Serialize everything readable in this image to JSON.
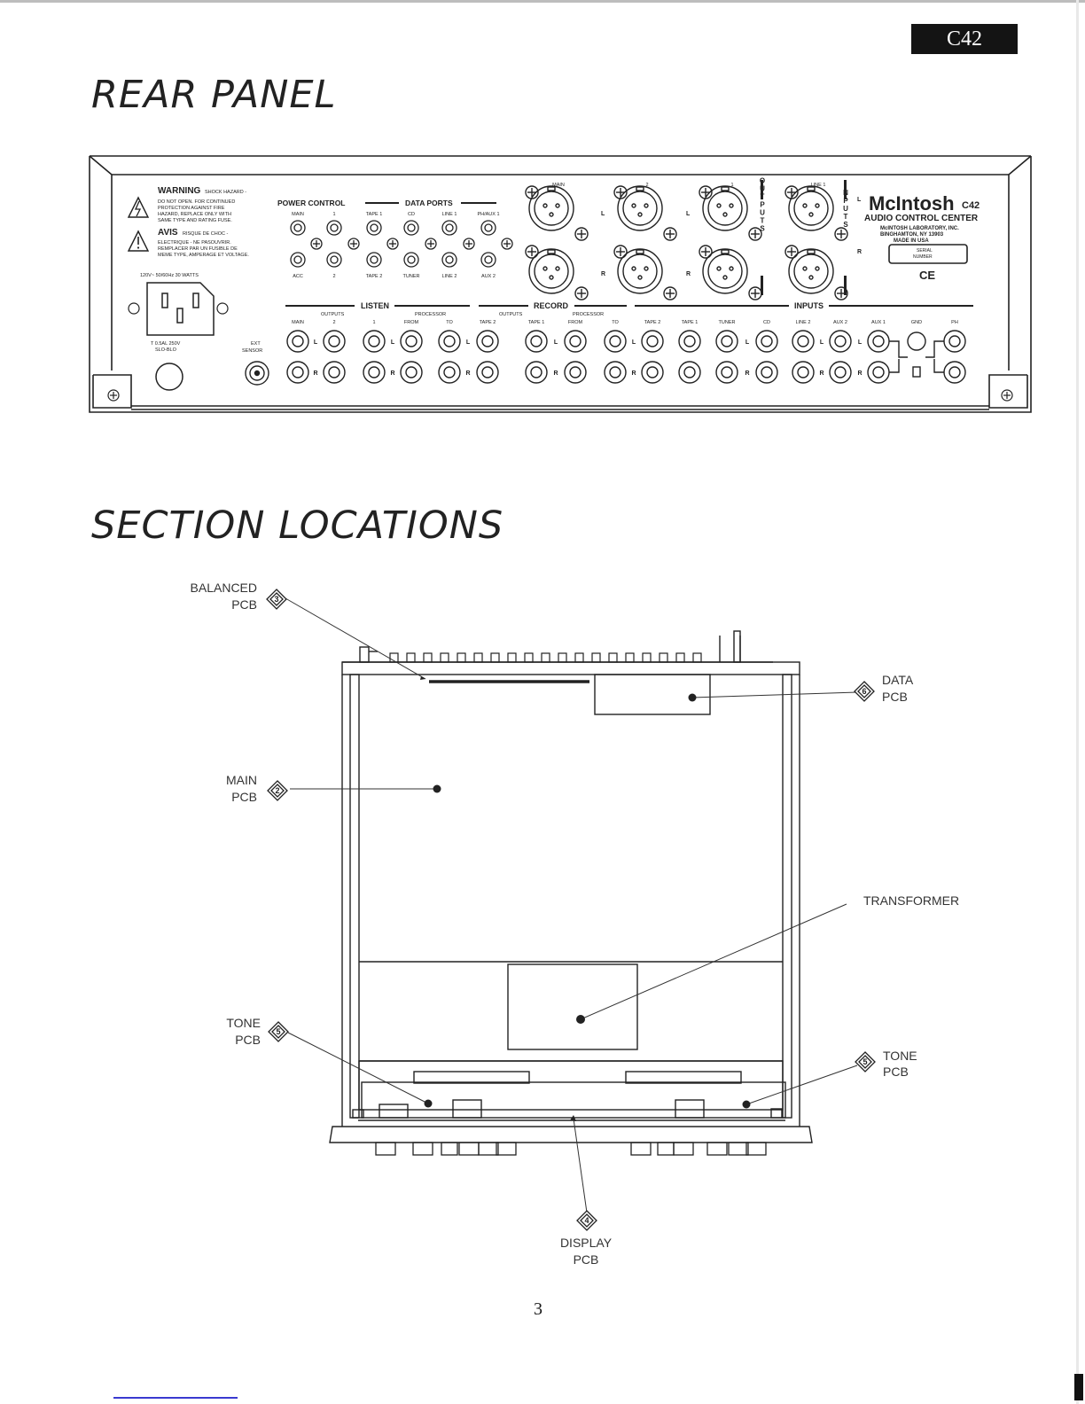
{
  "header": {
    "model": "C42",
    "page_number": "3"
  },
  "sections": [
    "REAR PANEL",
    "SECTION LOCATIONS"
  ],
  "rear_panel": {
    "warning": {
      "title": "WARNING",
      "title_small": "SHOCK HAZARD -",
      "lines": [
        "DO NOT OPEN. FOR CONTINUED",
        "PROTECTION AGAINST FIRE",
        "HAZARD, REPLACE ONLY WITH",
        "SAME TYPE AND RATING FUSE."
      ],
      "avis_title": "AVIS",
      "avis_small": "RISQUE DE CHOC -",
      "avis_lines": [
        "ELECTRIQUE - NE PASOUVRIR.",
        "REMPLACER PAR UN FUSIBLE DE",
        "MEME TYPE, AMPERAGE ET VOLTAGE."
      ]
    },
    "power_spec": "120V~ 50/60Hz 30 WATTS",
    "fuse_spec": [
      "T 0.5AL 250V",
      "SLO-BLO"
    ],
    "ext_sensor": [
      "EXT",
      "SENSOR"
    ],
    "power_control_label": "POWER CONTROL",
    "data_ports_label": "DATA PORTS",
    "top_jacks": [
      "MAIN",
      "1",
      "TAPE 1",
      "CD",
      "LINE 1",
      "PH/AUX 1"
    ],
    "bottom_jacks": [
      "ACC",
      "2",
      "TAPE 2",
      "TUNER",
      "LINE 2",
      "AUX 2"
    ],
    "xlr_labels": [
      "MAIN",
      "2",
      "1",
      "LINE 1"
    ],
    "letter_l": "L",
    "letter_r": "R",
    "outputs_vertical": "OUTPUTS",
    "inputs_vertical": "INPUTS",
    "brand": "McIntosh",
    "model": "C42",
    "product_name": "AUDIO CONTROL CENTER",
    "maker_lines": [
      "McINTOSH LABORATORY, INC.",
      "BINGHAMTON, NY 13903",
      "MADE IN USA"
    ],
    "serial_label": [
      "SERIAL",
      "NUMBER"
    ],
    "ce_mark": "CE",
    "groups": {
      "listen": "LISTEN",
      "record": "RECORD",
      "inputs": "INPUTS"
    },
    "sub_groups": [
      "OUTPUTS",
      "PROCESSOR",
      "OUTPUTS",
      "PROCESSOR"
    ],
    "rca_labels": [
      "MAIN",
      "2",
      "1",
      "FROM",
      "TO",
      "TAPE 2",
      "TAPE 1",
      "FROM",
      "TO",
      "TAPE 2",
      "TAPE 1",
      "TUNER",
      "CD",
      "LINE 2",
      "AUX 2",
      "AUX 1",
      "GND",
      "PH"
    ]
  },
  "section_locations": {
    "callouts": [
      {
        "num": "3",
        "lines": [
          "BALANCED",
          "PCB"
        ]
      },
      {
        "num": "6",
        "lines": [
          "DATA",
          "PCB"
        ]
      },
      {
        "num": "2",
        "lines": [
          "MAIN",
          "PCB"
        ]
      },
      {
        "num": "",
        "lines": [
          "TRANSFORMER"
        ]
      },
      {
        "num": "5",
        "lines": [
          "TONE",
          "PCB"
        ]
      },
      {
        "num": "5",
        "lines": [
          "TONE",
          "PCB"
        ]
      },
      {
        "num": "4",
        "lines": [
          "DISPLAY",
          "PCB"
        ]
      }
    ]
  }
}
